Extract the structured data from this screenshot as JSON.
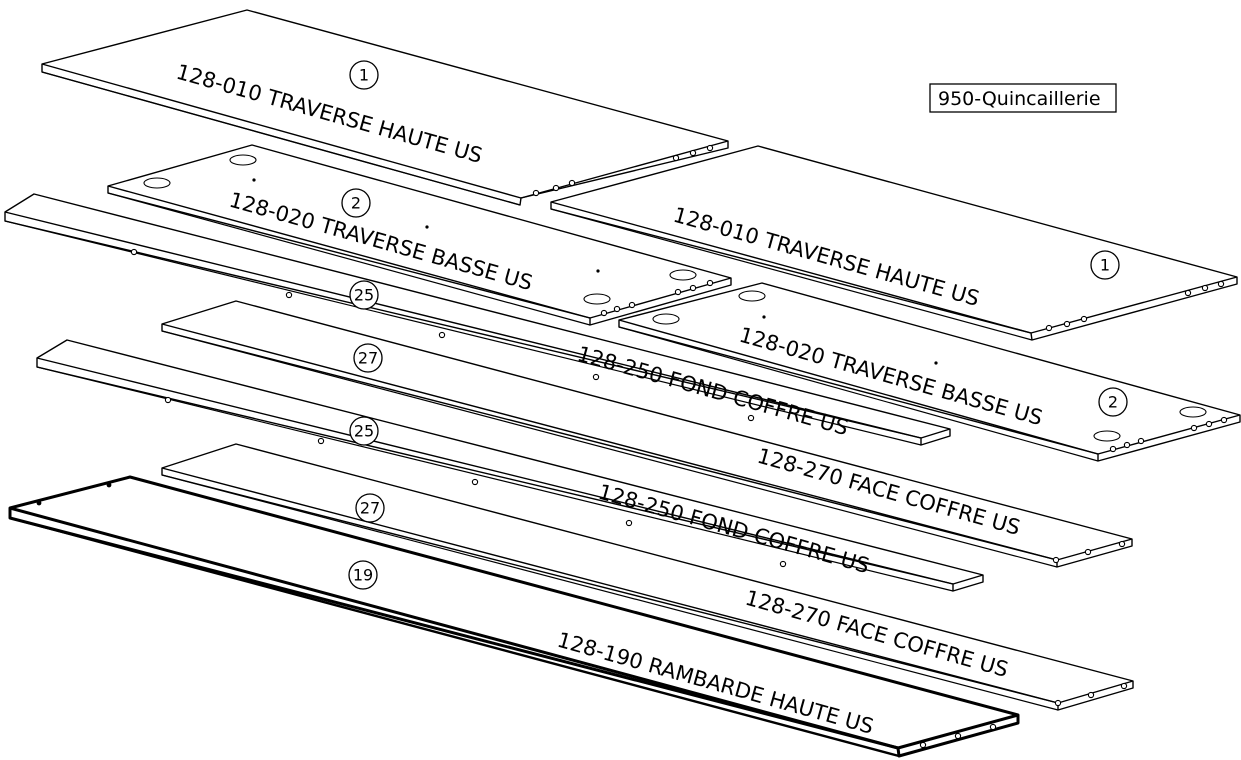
{
  "hardware_box": "950-Quincaillerie",
  "parts": [
    {
      "id": "p1a",
      "number": "1",
      "label": "128-010 TRAVERSE HAUTE US"
    },
    {
      "id": "p2a",
      "number": "2",
      "label": "128-020 TRAVERSE BASSE US"
    },
    {
      "id": "p1b",
      "number": "1",
      "label": "128-010 TRAVERSE HAUTE US"
    },
    {
      "id": "p2b",
      "number": "2",
      "label": "128-020 TRAVERSE BASSE US"
    },
    {
      "id": "p25a",
      "number": "25",
      "label": "128-250 FOND COFFRE US"
    },
    {
      "id": "p27a",
      "number": "27",
      "label": "128-270 FACE COFFRE US"
    },
    {
      "id": "p25b",
      "number": "25",
      "label": "128-250 FOND COFFRE US"
    },
    {
      "id": "p27b",
      "number": "27",
      "label": "128-270 FACE COFFRE US"
    },
    {
      "id": "p19",
      "number": "19",
      "label": "128-190 RAMBARDE HAUTE US"
    }
  ]
}
